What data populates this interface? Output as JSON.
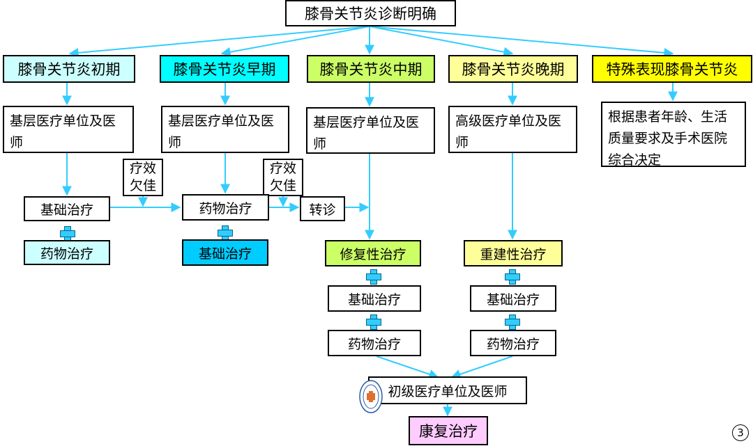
{
  "title": "膝骨关节炎诊断明确",
  "stages": {
    "initial": {
      "label": "膝骨关节炎初期",
      "color": "#ccffff"
    },
    "early": {
      "label": "膝骨关节炎早期",
      "color": "#00ffff"
    },
    "middle": {
      "label": "膝骨关节炎中期",
      "color": "#ccff66"
    },
    "late": {
      "label": "膝骨关节炎晚期",
      "color": "#ffff99"
    },
    "special": {
      "label": "特殊表现膝骨关节炎",
      "color": "#ffff00"
    }
  },
  "providers": {
    "initial": "基层医疗单位及医师",
    "early": "基层医疗单位及医师",
    "middle": "基层医疗单位及医师",
    "late": "高级医疗单位及医师",
    "special": "根据患者年龄、生活质量要求及手术医院综合决定"
  },
  "treatments": {
    "basic": "基础治疗",
    "drug": "药物治疗",
    "referral": "转诊",
    "repair": "修复性治疗",
    "reconstruction": "重建性治疗",
    "rehab": "康复治疗",
    "primary_care": "初级医疗单位及医师"
  },
  "notes": {
    "poor_effect": "疗效欠佳"
  },
  "colors": {
    "arrow": "#33ccff",
    "plus_fill": "#33ccff",
    "rehab": "#ffccff",
    "drug_initial": "#ccffff",
    "basic_early": "#00ccff",
    "repair": "#ccff66",
    "reconstruction": "#ffff99"
  },
  "icons": {
    "plus": "plus-icon",
    "seal": "hospital-seal-icon"
  },
  "page_number": "3"
}
